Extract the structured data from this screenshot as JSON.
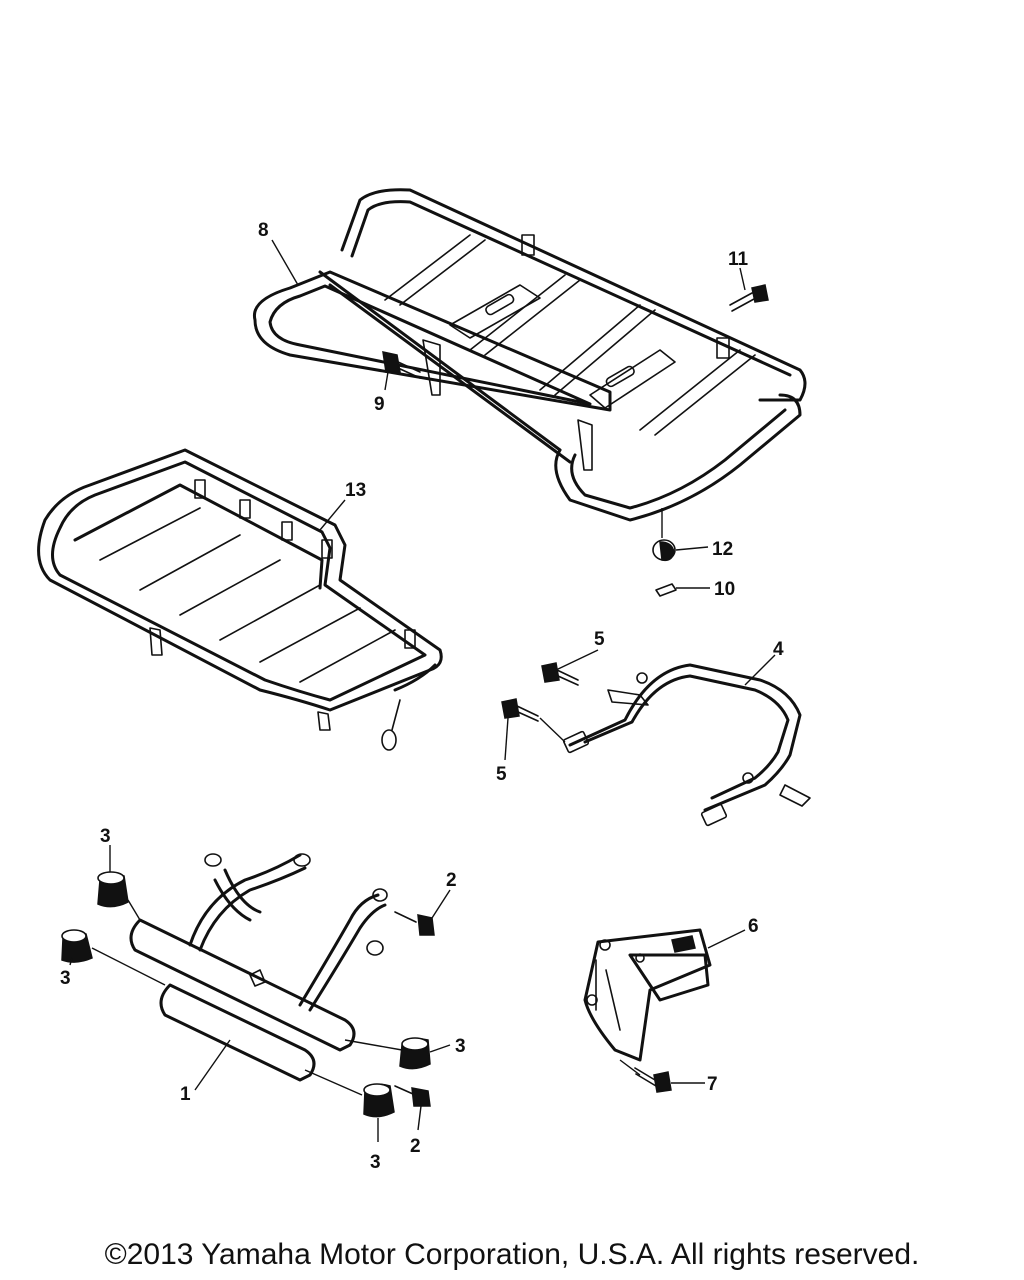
{
  "copyright": "©2013 Yamaha Motor Corporation, U.S.A. All rights reserved.",
  "callouts": [
    {
      "id": "c1",
      "text": "1"
    },
    {
      "id": "c2a",
      "text": "2"
    },
    {
      "id": "c2b",
      "text": "2"
    },
    {
      "id": "c3a",
      "text": "3"
    },
    {
      "id": "c3b",
      "text": "3"
    },
    {
      "id": "c3c",
      "text": "3"
    },
    {
      "id": "c3d",
      "text": "3"
    },
    {
      "id": "c4",
      "text": "4"
    },
    {
      "id": "c5a",
      "text": "5"
    },
    {
      "id": "c5b",
      "text": "5"
    },
    {
      "id": "c6",
      "text": "6"
    },
    {
      "id": "c7",
      "text": "7"
    },
    {
      "id": "c8",
      "text": "8"
    },
    {
      "id": "c9",
      "text": "9"
    },
    {
      "id": "c10",
      "text": "10"
    },
    {
      "id": "c11",
      "text": "11"
    },
    {
      "id": "c12",
      "text": "12"
    },
    {
      "id": "c13",
      "text": "13"
    }
  ]
}
